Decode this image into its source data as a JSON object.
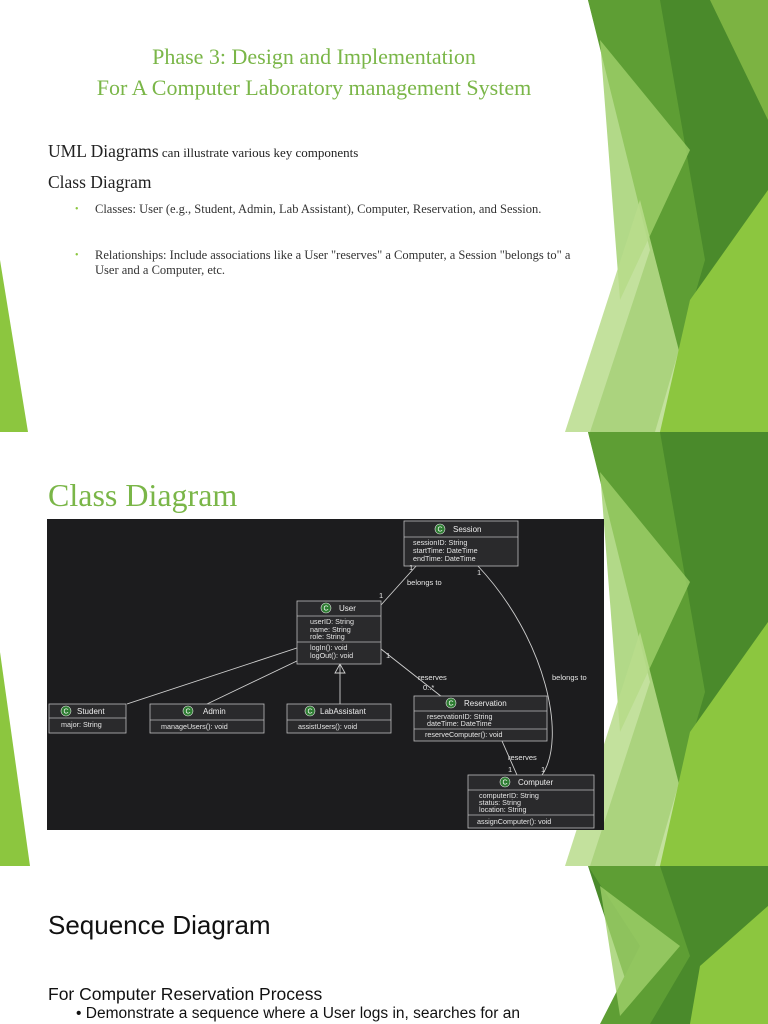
{
  "slide1": {
    "title_line1": "Phase 3: Design and Implementation",
    "title_line2": "For A Computer Laboratory management System",
    "uml_lead": "UML Diagrams",
    "uml_rest": " can illustrate various key components",
    "class_heading": "Class Diagram",
    "bullets": [
      "Classes: User (e.g., Student, Admin, Lab Assistant), Computer, Reservation, and Session.",
      "Relationships: Include associations like a User \"reserves\" a Computer, a Session \"belongs to\" a User and a Computer, etc."
    ]
  },
  "slide2": {
    "title": "Class Diagram",
    "diagram": {
      "classes": {
        "session": {
          "name": "Session",
          "attrs": [
            "sessionID: String",
            "startTime: DateTime",
            "endTime: DateTime"
          ],
          "methods": []
        },
        "user": {
          "name": "User",
          "attrs": [
            "userID: String",
            "name: String",
            "role: String"
          ],
          "methods": [
            "logIn(): void",
            "logOut(): void"
          ]
        },
        "student": {
          "name": "Student",
          "attrs": [
            "major: String"
          ],
          "methods": []
        },
        "admin": {
          "name": "Admin",
          "attrs": [],
          "methods": [
            "manageUsers(): void"
          ]
        },
        "labassistant": {
          "name": "LabAssistant",
          "attrs": [],
          "methods": [
            "assistUsers(): void"
          ]
        },
        "reservation": {
          "name": "Reservation",
          "attrs": [
            "reservationID: String",
            "dateTime: DateTime"
          ],
          "methods": [
            "reserveComputer(): void"
          ]
        },
        "computer": {
          "name": "Computer",
          "attrs": [
            "computerID: String",
            "status: String",
            "location: String"
          ],
          "methods": [
            "assignComputer(): void"
          ]
        }
      },
      "labels": {
        "belongs_to_1": "belongs to",
        "belongs_to_2": "belongs to",
        "reserves_1": "reserves",
        "reserves_2": "reserves",
        "mult_one": "1",
        "mult_many": "0..*"
      },
      "class_icon": "C"
    }
  },
  "slide3": {
    "title": "Sequence Diagram",
    "subtitle": "For Computer Reservation Process",
    "bullet": "Demonstrate a sequence where a User logs in, searches for an"
  },
  "colors": {
    "title_green": "#7ab648",
    "diagram_bg": "#1c1c1e",
    "class_badge": "#2e7d32"
  },
  "icons": [
    "green-triangle-decoration-icon",
    "class-circle-c-icon",
    "bullet-dot-icon"
  ]
}
